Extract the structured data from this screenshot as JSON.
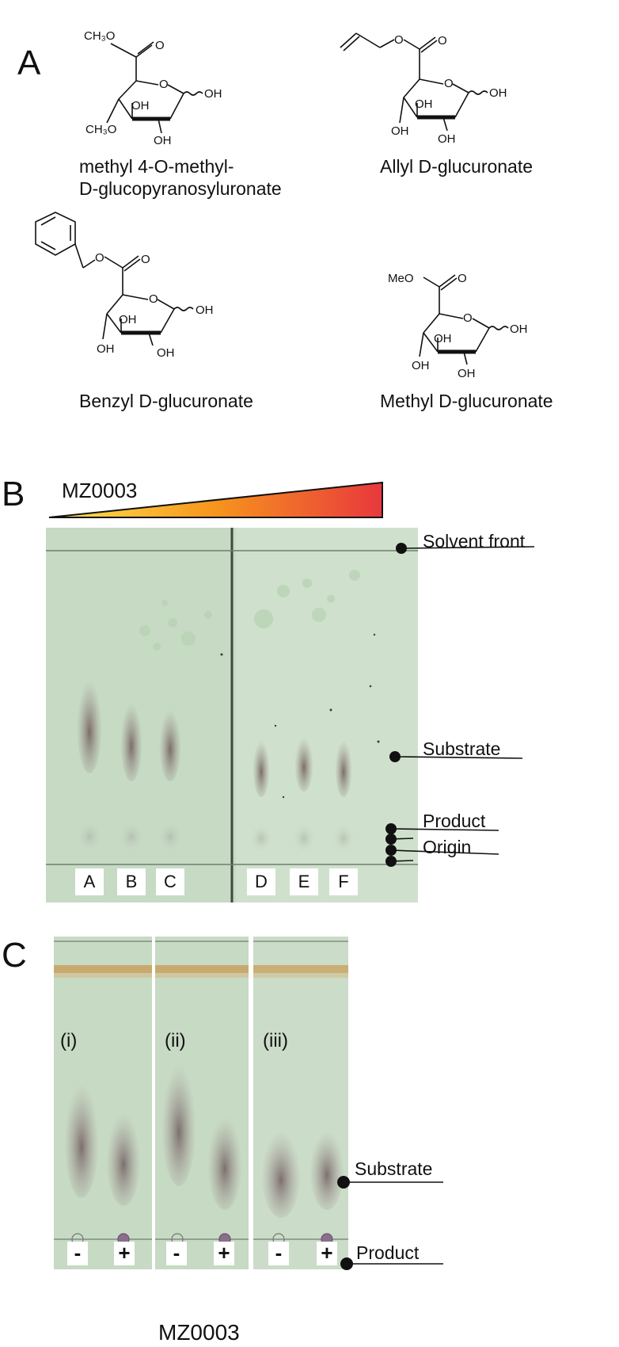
{
  "panelA": {
    "letter": "A",
    "compounds": [
      {
        "name_line1": "methyl 4-O-methyl-",
        "name_line2": "D-glucopyranosyluronate",
        "groups": {
          "ester": "CH₃O",
          "oh1": "OH",
          "oh2": "OH",
          "ome": "CH₃O",
          "oh3": "OH"
        }
      },
      {
        "name": "Allyl D-glucuronate",
        "groups": {
          "oh1": "OH",
          "oh2": "OH",
          "oh3": "OH",
          "oh4": "OH"
        }
      },
      {
        "name": "Benzyl D-glucuronate",
        "groups": {
          "oh1": "OH",
          "oh2": "OH",
          "oh3": "OH",
          "oh4": "OH"
        }
      },
      {
        "name": "Methyl D-glucuronate",
        "groups": {
          "ester": "MeO",
          "oh1": "OH",
          "oh2": "OH",
          "oh3": "OH",
          "oh4": "OH"
        }
      }
    ],
    "ring_oxygen": "O",
    "carbonyl_oxygen": "O"
  },
  "panelB": {
    "letter": "B",
    "gradient_label": "MZ0003",
    "gradient_colors": [
      "#fde74c",
      "#f7941d",
      "#e8383d"
    ],
    "lanes": [
      "A",
      "B",
      "C",
      "D",
      "E",
      "F"
    ],
    "annotations": {
      "solvent_front": "Solvent front",
      "substrate": "Substrate",
      "product": "Product",
      "origin": "Origin"
    },
    "plate_color": "#c9dcc6"
  },
  "panelC": {
    "letter": "C",
    "strips": [
      "(i)",
      "(ii)",
      "(iii)"
    ],
    "signs": [
      "-",
      "+",
      "-",
      "+",
      "-",
      "+"
    ],
    "annotations": {
      "substrate": "Substrate",
      "product": "Product"
    },
    "bottom_label": "MZ0003"
  }
}
